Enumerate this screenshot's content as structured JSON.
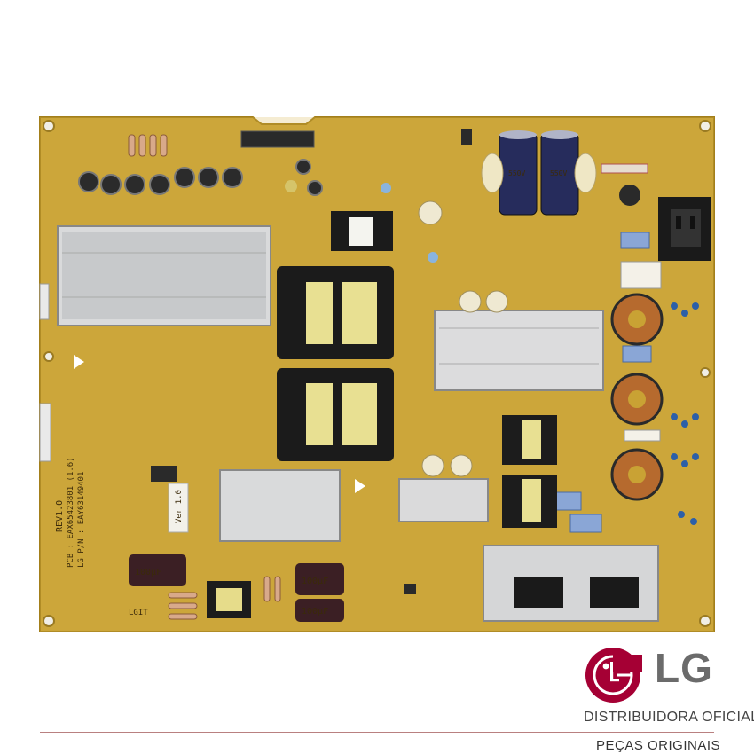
{
  "board": {
    "rev_label": "REV1.0",
    "ver_label": "Ver 1.0",
    "pcb_code": "PCB : EAX65423801 (1.6)",
    "part_no": "LG P/N : EAY63149401",
    "cap_main_rating": "550V",
    "cap_small_1": "100μF",
    "cap_small_2": "100μF",
    "cap_small_3": "100μF",
    "cap_brand": "Suscon",
    "connector_label": "LGIT"
  },
  "brand": {
    "logo_text": "LG",
    "line1": "DISTRIBUIDORA OFICIAL",
    "line2": "PEÇAS ORIGINAIS",
    "logo_color": "#a50034",
    "text_color": "#6b6b6b"
  }
}
